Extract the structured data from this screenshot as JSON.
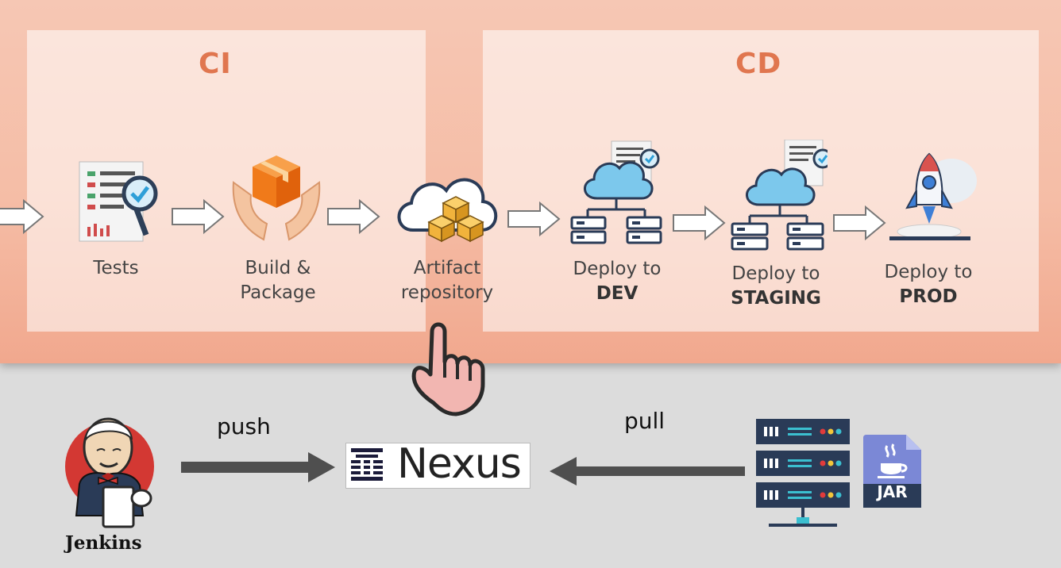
{
  "phases": {
    "ci": "CI",
    "cd": "CD"
  },
  "steps": [
    {
      "line1": "Tests",
      "line2": ""
    },
    {
      "line1": "Build &",
      "line2": "Package"
    },
    {
      "line1": "Artifact",
      "line2": "repository"
    },
    {
      "line1": "Deploy to",
      "line2": "DEV"
    },
    {
      "line1": "Deploy to",
      "line2": "STAGING"
    },
    {
      "line1": "Deploy to",
      "line2": "PROD"
    }
  ],
  "bottom": {
    "push": "push",
    "pull": "pull",
    "jenkins": "Jenkins",
    "nexus": "Nexus",
    "jar": "JAR"
  },
  "colors": {
    "accent": "#e0764f",
    "arrow": "#555555",
    "cloud": "#7cc8ec",
    "server": "#2a3b57"
  }
}
